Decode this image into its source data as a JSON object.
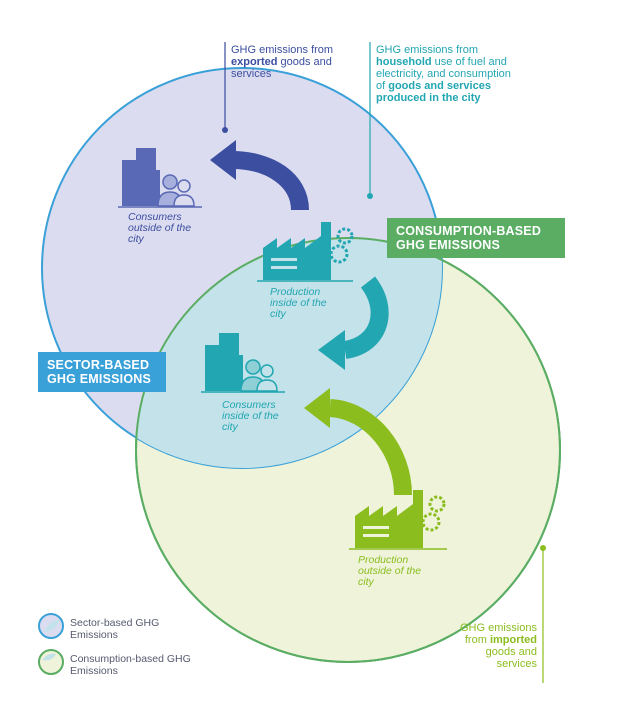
{
  "colors": {
    "sector": "#3aa0d8",
    "sector_fill": "#d9dcf0",
    "consumption": "#5aad63",
    "consumption_fill": "#eef3d9",
    "overlap_fill": "#c5e3e8",
    "navy": "#3b4ea0",
    "teal": "#22a6b1",
    "lime": "#8cbd1f"
  },
  "callouts": {
    "exported": {
      "pre": "GHG emissions from ",
      "bold": "exported",
      "post": " goods and services"
    },
    "household": {
      "pre": "GHG emissions from ",
      "bold1": "household",
      "mid": " use of fuel and electricity, and consumption of ",
      "bold2": "goods and services produced in the city"
    },
    "imported": {
      "pre": "GHG emissions from ",
      "bold": "imported",
      "post": " goods and services"
    }
  },
  "badges": {
    "consumption": "CONSUMPTION-BASED GHG EMISSIONS",
    "sector": "SECTOR-BASED GHG EMISSIONS"
  },
  "labels": {
    "consumers_outside": "Consumers outside of the city",
    "production_inside": "Production inside of the city",
    "consumers_inside": "Consumers inside of the city",
    "production_outside": "Production outside of the city"
  },
  "legend": {
    "sector": "Sector-based GHG Emissions",
    "consumption": "Consumption-based GHG Emissions"
  },
  "icons": [
    "buildings-people-icon",
    "factory-gear-icon",
    "curved-arrow-icon"
  ]
}
